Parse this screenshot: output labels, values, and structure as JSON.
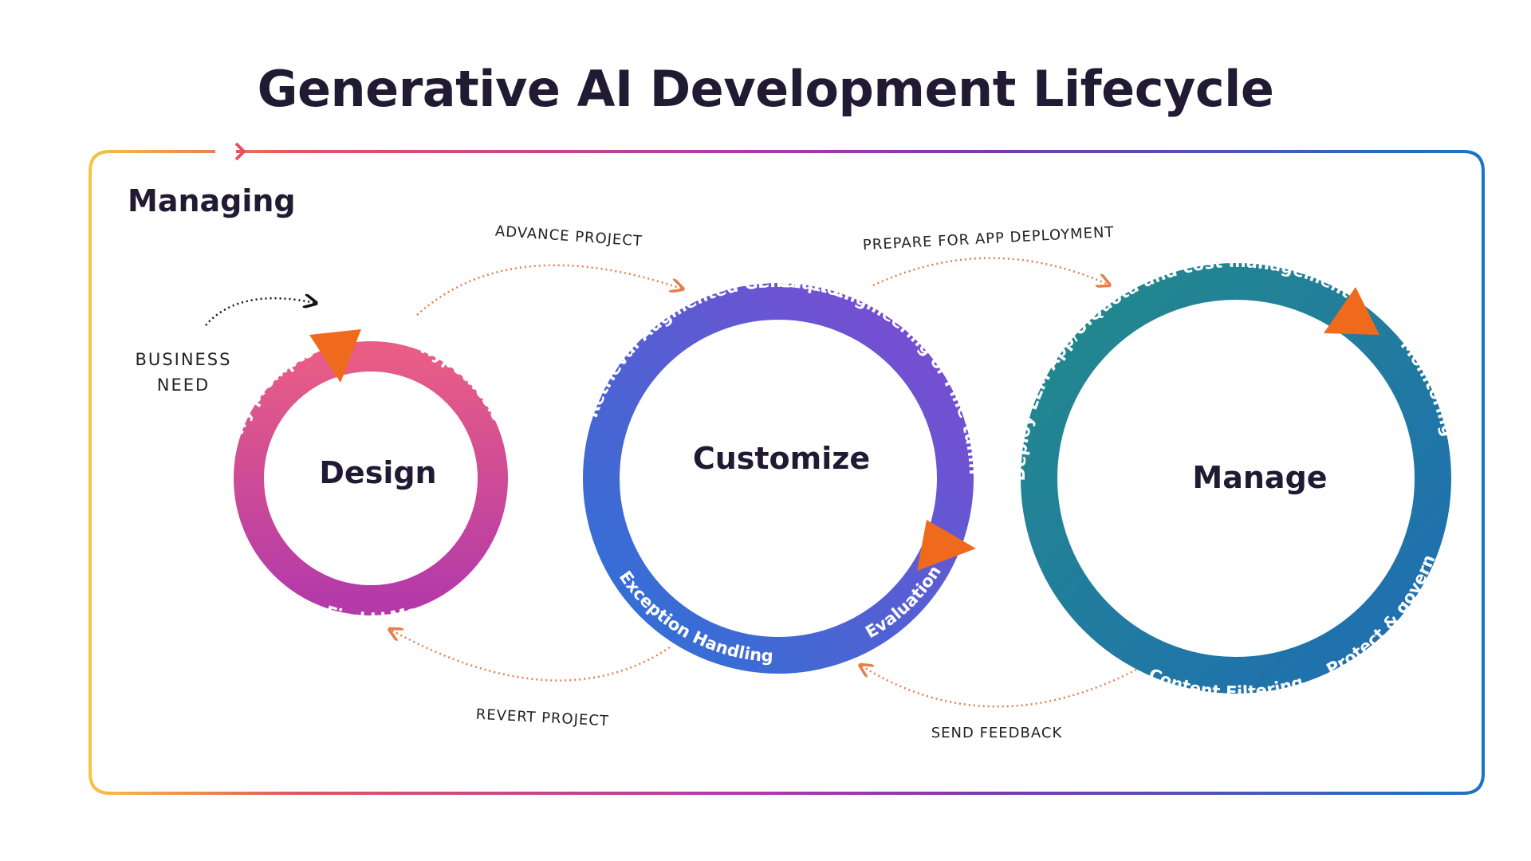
{
  "title": "Generative AI Development Lifecycle",
  "frame_label": "Managing",
  "business_need": [
    "BUSINESS",
    "NEED"
  ],
  "stages": {
    "design": {
      "label": "Design",
      "steps": [
        "Hypothesis",
        "Find LLMs",
        "Try prompts"
      ],
      "colors": [
        "#e85d85",
        "#b43aa9"
      ]
    },
    "customize": {
      "label": "Customize",
      "steps": [
        "Retrieval Augmented Generation",
        "Prompt Engineering or Fine-tuning",
        "Evaluation",
        "Exception Handling"
      ],
      "colors": [
        "#7f4ad0",
        "#2c73d6"
      ]
    },
    "manage": {
      "label": "Manage",
      "steps": [
        "Quota and cost management",
        "Monitoring",
        "Protect & govern",
        "Content Filtering",
        "Deploy LLM App/UI"
      ],
      "colors": [
        "#238a8a",
        "#1f6db3"
      ]
    }
  },
  "transitions": {
    "advance": "ADVANCE PROJECT",
    "prepare": "PREPARE FOR APP DEPLOYMENT",
    "revert": "REVERT PROJECT",
    "feedback": "SEND FEEDBACK"
  },
  "colors": {
    "title": "#201a33",
    "arrow_marker": "#f06a1e",
    "dotted_arrow": "#e87d4a",
    "frame_gradient": [
      "#f4c542",
      "#e4545f",
      "#b43aa9",
      "#7a3aa8",
      "#1a74c6"
    ]
  }
}
